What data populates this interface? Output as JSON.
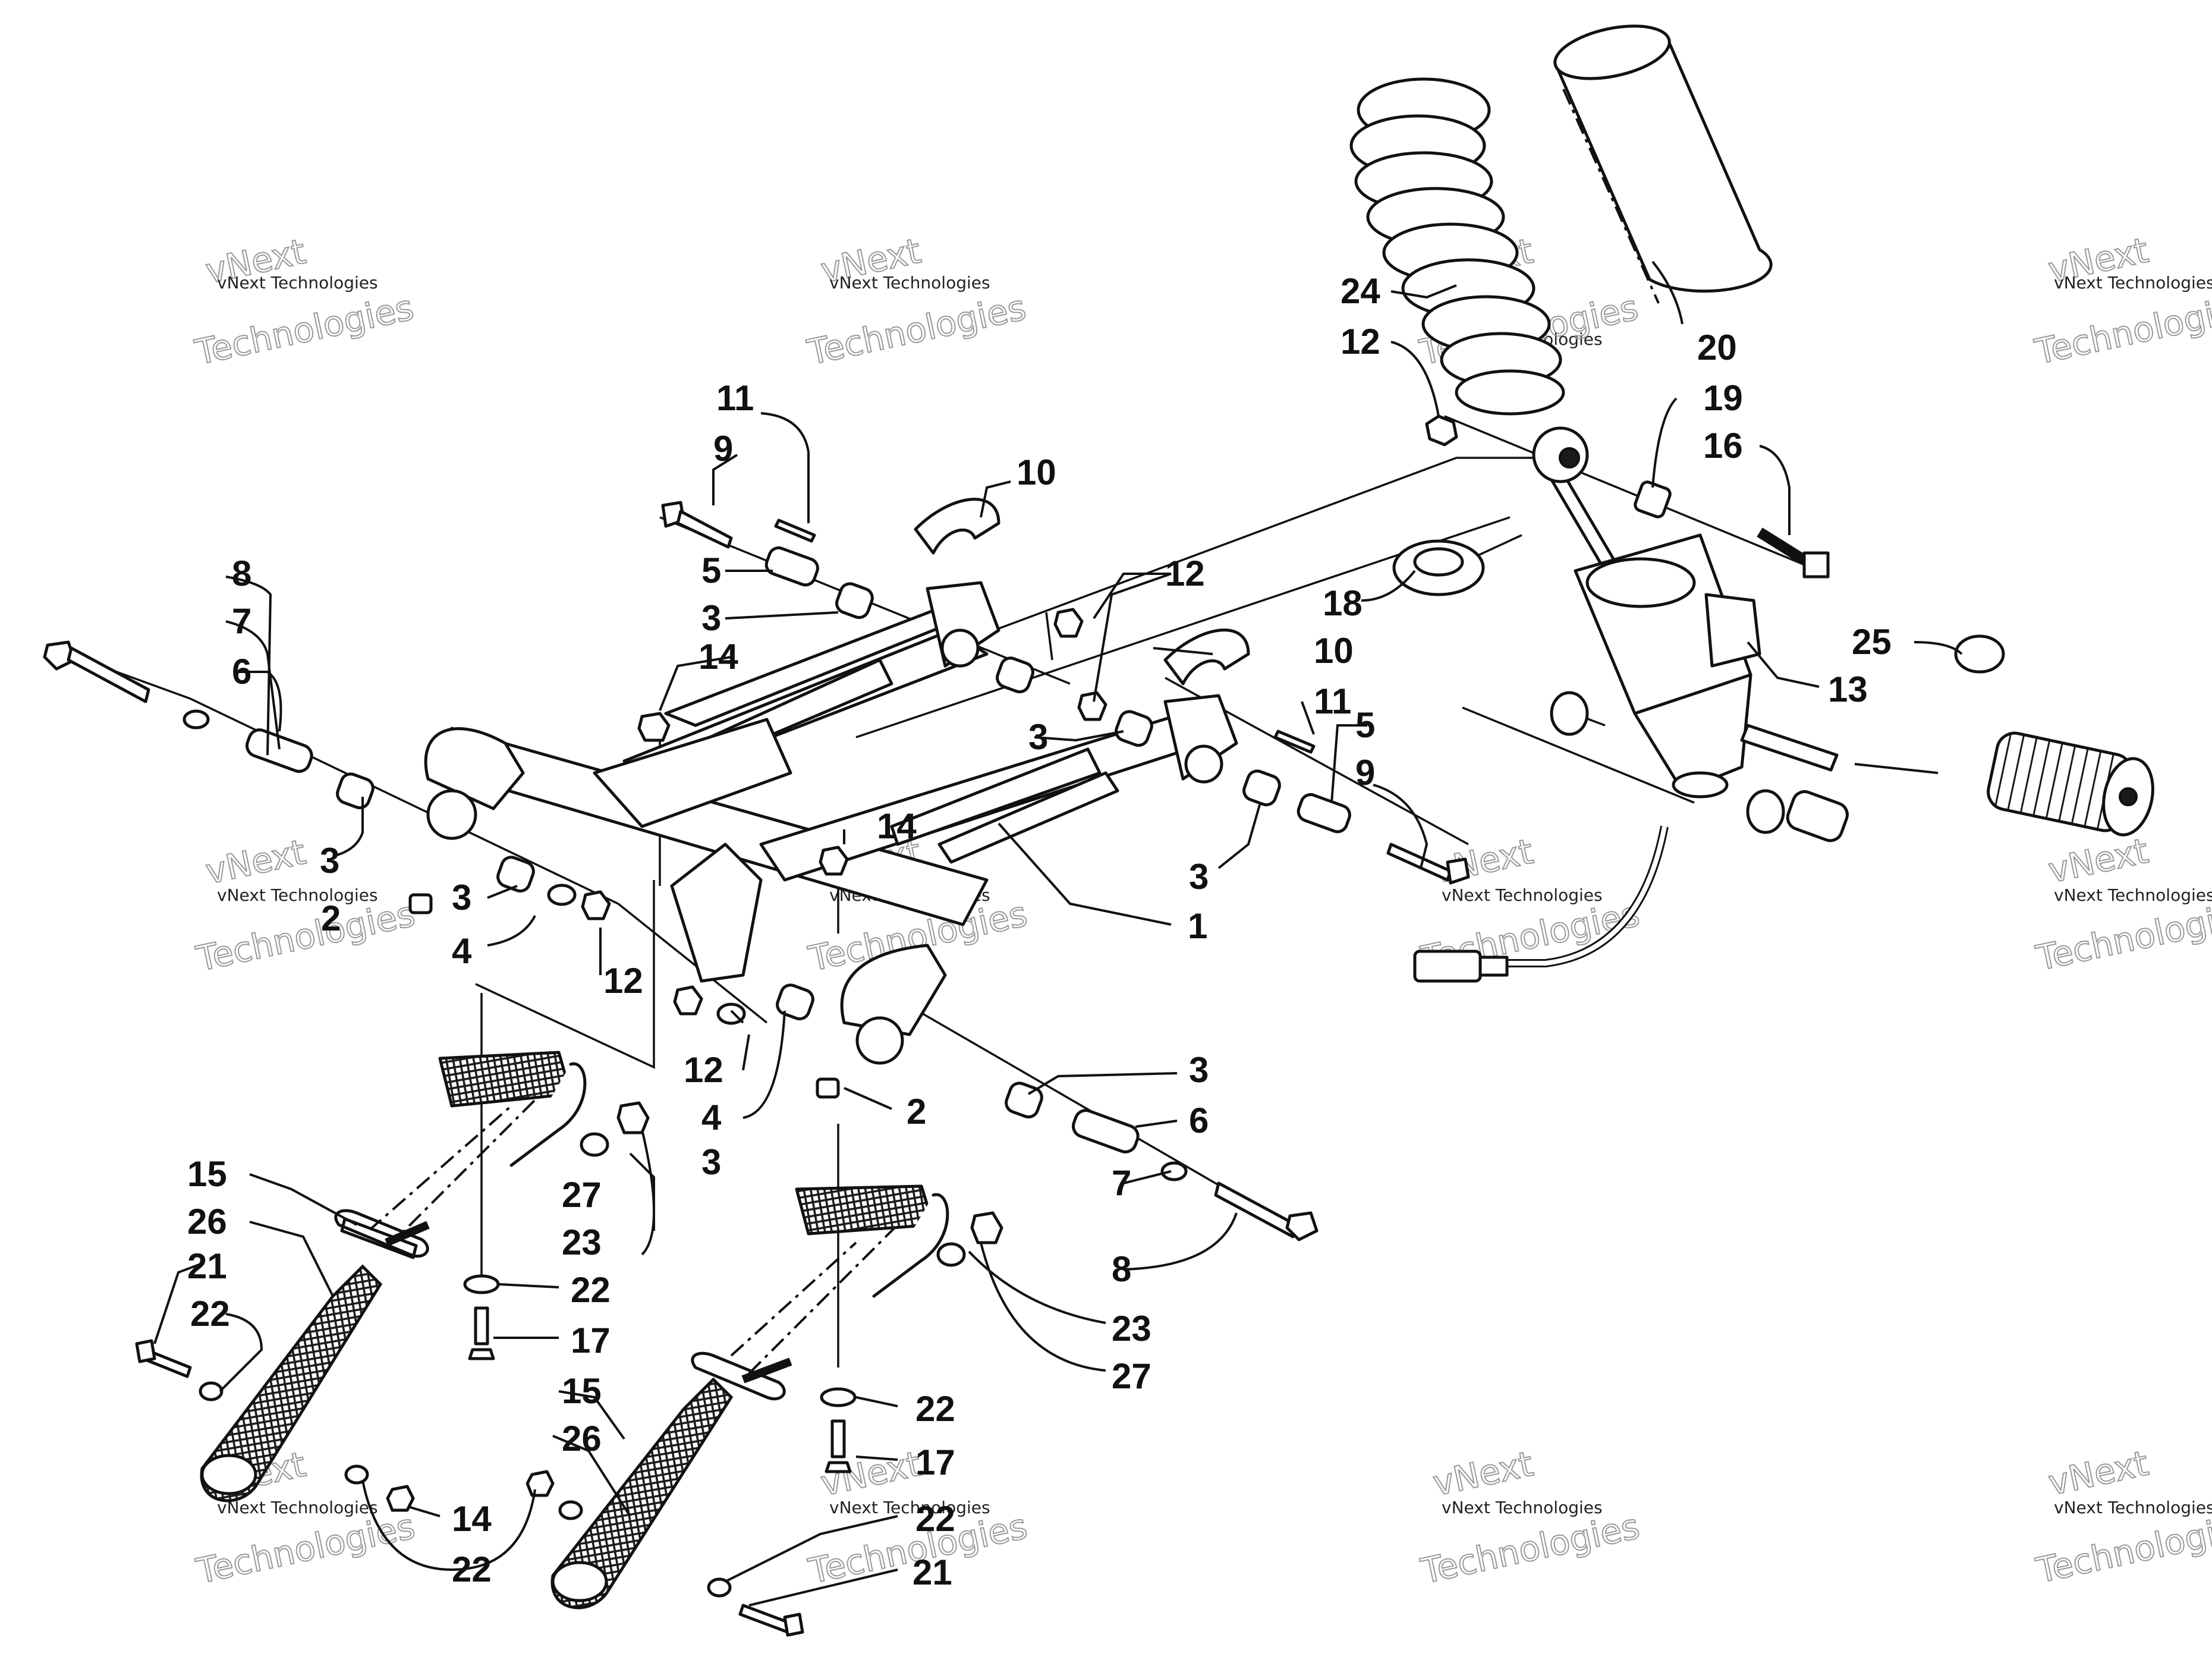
{
  "diagram": {
    "watermark_text": "vNext Technologies",
    "watermark_top": "vNext",
    "watermark_bottom": "Technologies"
  },
  "callouts": {
    "c1": "1",
    "c2a": "2",
    "c2b": "2",
    "c3a": "3",
    "c3b": "3",
    "c3c": "3",
    "c3d": "3",
    "c3e": "3",
    "c3f": "3",
    "c3g": "3",
    "c4a": "4",
    "c4b": "4",
    "c5a": "5",
    "c5b": "5",
    "c6a": "6",
    "c6b": "6",
    "c7a": "7",
    "c7b": "7",
    "c8a": "8",
    "c8b": "8",
    "c9a": "9",
    "c9b": "9",
    "c10a": "10",
    "c10b": "10",
    "c11a": "11",
    "c11b": "11",
    "c12a": "12",
    "c12b": "12",
    "c12c": "12",
    "c12d": "12",
    "c13": "13",
    "c14a": "14",
    "c14b": "14",
    "c14c": "14",
    "c15a": "15",
    "c15b": "15",
    "c16": "16",
    "c17a": "17",
    "c17b": "17",
    "c18": "18",
    "c19": "19",
    "c20": "20",
    "c21a": "21",
    "c21b": "21",
    "c22a": "22",
    "c22b": "22",
    "c22c": "22",
    "c22d": "22",
    "c22e": "22",
    "c23a": "23",
    "c23b": "23",
    "c24": "24",
    "c25": "25",
    "c26a": "26",
    "c26b": "26",
    "c27a": "27",
    "c27b": "27"
  }
}
